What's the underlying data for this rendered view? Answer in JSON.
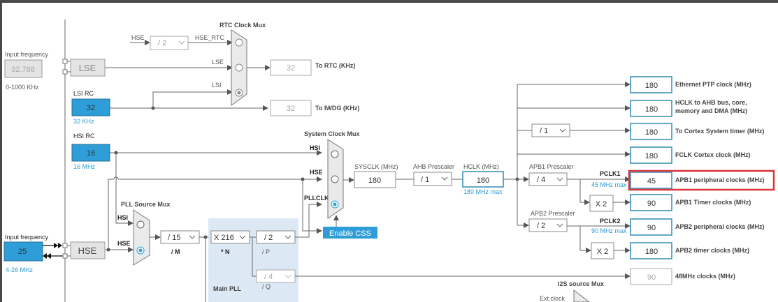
{
  "left_panel": {
    "lse_input": {
      "label": "Input frequency",
      "value": "32.768",
      "range": "0-1000 KHz"
    },
    "hse_input": {
      "label": "Input frequency",
      "value": "25",
      "range": "4-26 MHz"
    }
  },
  "sources": {
    "lse": {
      "label": "LSE"
    },
    "hse": {
      "label": "HSE"
    },
    "lsi_rc": {
      "label": "LSI RC",
      "value": "32",
      "note": "32 KHz"
    },
    "hsi_rc": {
      "label": "HSI RC",
      "value": "16",
      "note": "16 MHz"
    }
  },
  "rtc": {
    "title": "RTC Clock Mux",
    "hse_label": "HSE",
    "hse_div": "/ 2",
    "inputs": [
      "HSE_RTC",
      "LSE",
      "LSI"
    ],
    "selected": "LSI",
    "to_rtc": {
      "value": "32",
      "label": "To RTC (KHz)"
    },
    "to_iwdg": {
      "value": "32",
      "label": "To IWDG (KHz)"
    }
  },
  "pll": {
    "source_mux_title": "PLL Source Mux",
    "source_inputs": [
      "HSI",
      "HSE"
    ],
    "source_selected": "HSE",
    "m_div": "/ 15",
    "m_label": "/ M",
    "n_mul": "X 216",
    "n_label": "* N",
    "p_div": "/ 2",
    "p_label": "/ P",
    "q_div": "/ 4",
    "q_label": "/ Q",
    "main_pll_label": "Main PLL"
  },
  "system": {
    "mux_title": "System Clock Mux",
    "inputs": [
      "HSI",
      "HSE",
      "PLLCLK"
    ],
    "selected": "PLLCLK",
    "enable_css": "Enable CSS",
    "sysclk_label": "SYSCLK (MHz)",
    "sysclk_value": "180",
    "ahb_label": "AHB Prescaler",
    "ahb_div": "/ 1",
    "hclk_label": "HCLK (MHz)",
    "hclk_value": "180",
    "hclk_max": "180 MHz max"
  },
  "bus": {
    "cortex_div": "/ 1",
    "apb1_label": "APB1 Prescaler",
    "apb1_div": "/ 4",
    "pclk1_label": "PCLK1",
    "pclk1_max": "45 MHz max",
    "apb2_label": "APB2 Prescaler",
    "apb2_div": "/ 2",
    "pclk2_label": "PCLK2",
    "pclk2_max": "90 MHz max",
    "x2_a": "X 2",
    "x2_b": "X 2"
  },
  "outputs": [
    {
      "value": "180",
      "label": "Ethernet PTP clock (MHz)"
    },
    {
      "value": "180",
      "label": "HCLK to AHB bus, core,",
      "label2": "memory and DMA (MHz)"
    },
    {
      "value": "180",
      "label": "To Cortex System timer (MHz)"
    },
    {
      "value": "180",
      "label": "FCLK Cortex clock (MHz)"
    },
    {
      "value": "45",
      "label": "APB1 peripheral clocks (MHz)",
      "highlighted": true
    },
    {
      "value": "90",
      "label": "APB1 Timer clocks (MHz)"
    },
    {
      "value": "90",
      "label": "APB2 peripheral clocks (MHz)"
    },
    {
      "value": "180",
      "label": "APB2 timer clocks (MHz)"
    },
    {
      "value": "90",
      "label": "48MHz clocks (MHz)",
      "disabled": true
    }
  ],
  "i2s": {
    "title": "I2S source Mux",
    "ext_clock": "Ext.clock"
  },
  "colors": {
    "accent": "#2f9ed8",
    "highlight": "#d9353a",
    "pll_bg": "#dce9f5"
  }
}
